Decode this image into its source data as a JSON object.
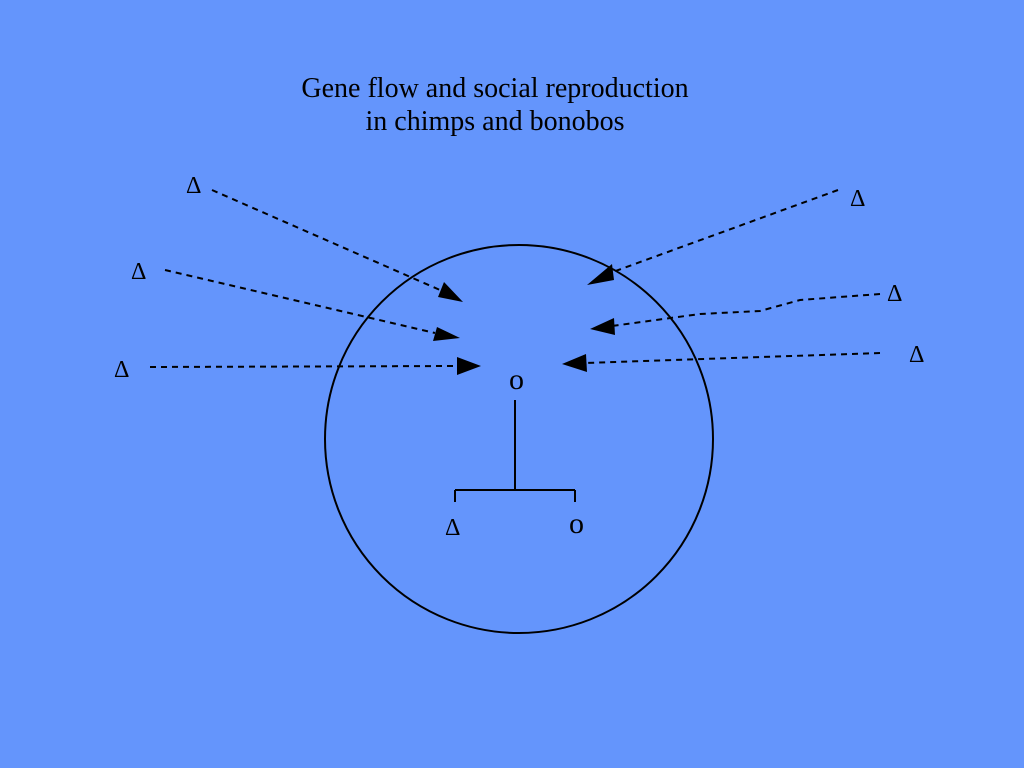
{
  "title": {
    "line1": "Gene flow and social reproduction",
    "line2": "in chimps and bonobos"
  },
  "symbols": {
    "male": "Δ",
    "female": "o"
  },
  "colors": {
    "background": "#6495fc",
    "ink": "#000000"
  }
}
